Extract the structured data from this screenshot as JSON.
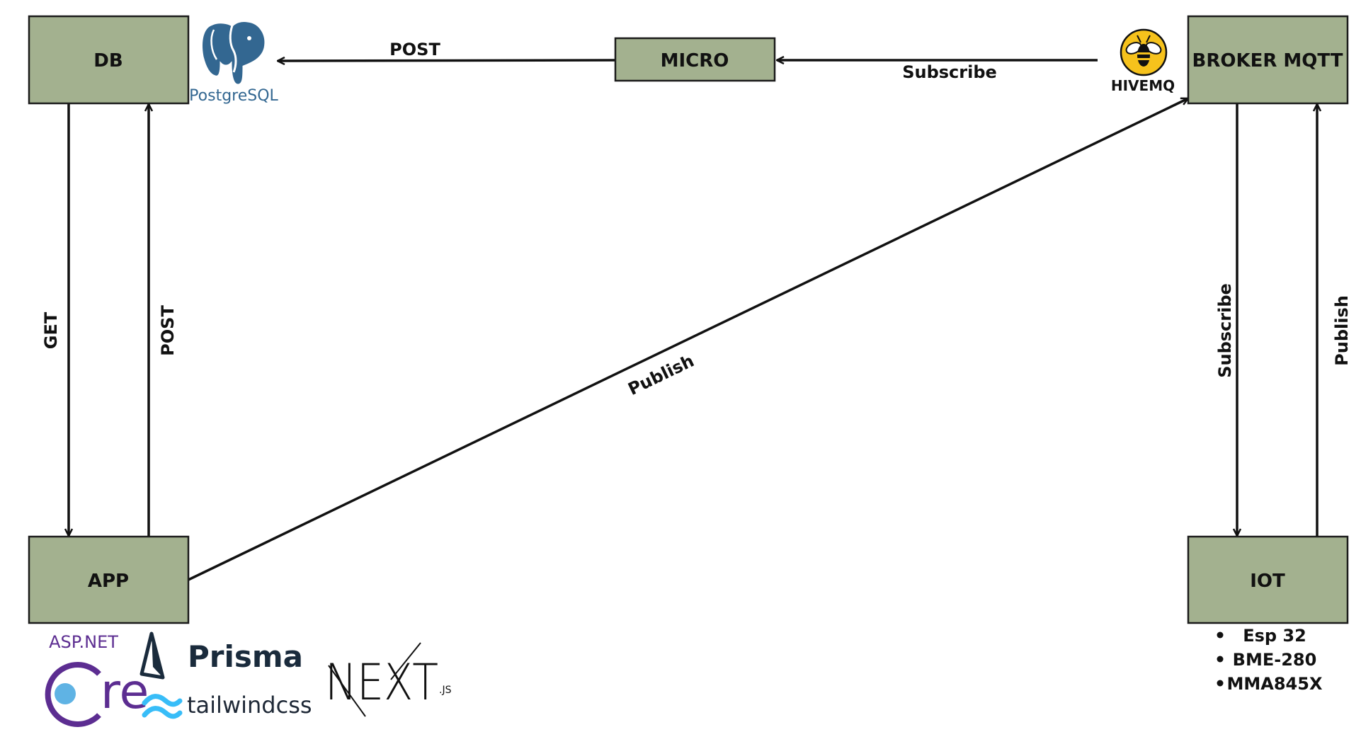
{
  "nodes": {
    "db": "DB",
    "micro": "MICRO",
    "broker": "BROKER MQTT",
    "app": "APP",
    "iot": "IOT"
  },
  "edges": {
    "micro_to_db": "POST",
    "broker_to_micro": "Subscribe",
    "db_to_app": "GET",
    "app_to_db": "POST",
    "app_to_broker": "Publish",
    "broker_to_iot": "Subscribe",
    "iot_to_broker": "Publish"
  },
  "iot_components": [
    "Esp 32",
    "BME-280",
    "MMA845X"
  ],
  "logos": {
    "postgresql": {
      "text": "PostgreSQL",
      "icon": "elephant-icon",
      "color": "#336791"
    },
    "hivemq": {
      "text": "HIVEMQ",
      "icon": "bee-icon",
      "color": "#f6c21c"
    },
    "aspnet": {
      "text_top": "ASP.NET",
      "text_main": "re",
      "color": "#5c2d91"
    },
    "prisma": {
      "text": "Prisma",
      "icon": "prism-icon",
      "color": "#1a2b3c"
    },
    "tailwind": {
      "text": "tailwindcss",
      "icon": "wave-icon",
      "color": "#38bdf8"
    },
    "nextjs": {
      "text": "NEXT",
      "suffix": ".JS",
      "color": "#111111"
    }
  },
  "colors": {
    "node_fill": "#a3b18f",
    "node_stroke": "#1b1b1b",
    "arrow": "#111111"
  }
}
